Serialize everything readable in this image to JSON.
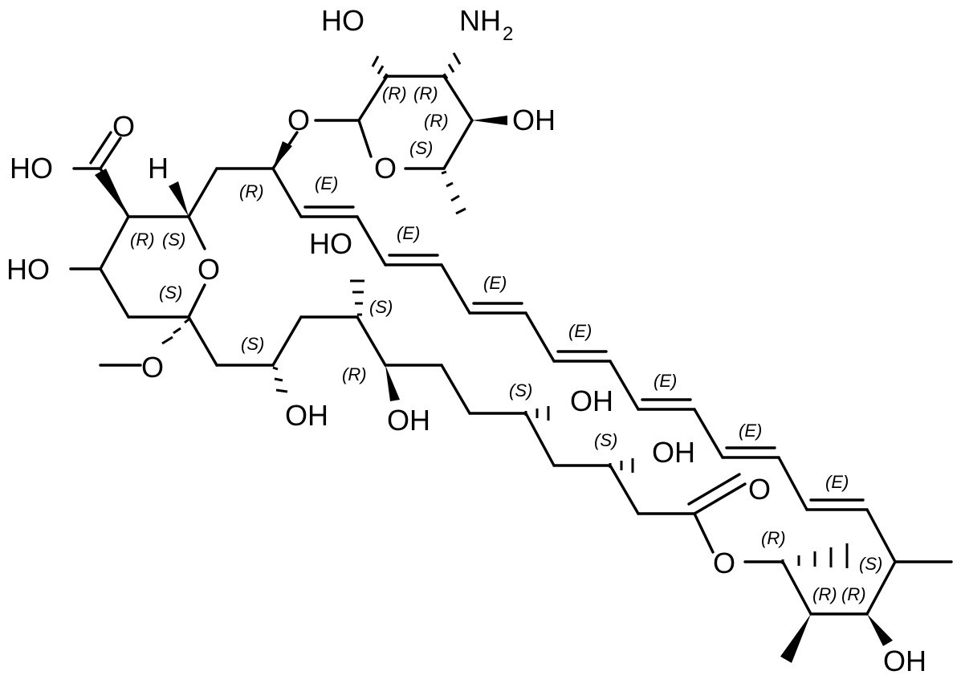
{
  "atom_labels": {
    "sugar_oh_top": "HO",
    "nh2_n": "NH",
    "nh2_sub": "2",
    "glycosidic_o": "O",
    "sugar_oh_right": "OH",
    "sugar_ring_o": "O",
    "carboxyl_o": "O",
    "carboxyl_ho": "HO",
    "h_label": "H",
    "ho_left": "HO",
    "pyran_o": "O",
    "methoxy_o": "O",
    "ho_center": "HO",
    "oh_1": "OH",
    "oh_2": "OH",
    "oh_3": "OH",
    "oh_4": "OH",
    "ketone_o": "O",
    "ester_o": "O",
    "oh_bottom_right": "OH"
  },
  "stereo_labels": {
    "r_sugar_a": "(R)",
    "r_sugar_b": "(R)",
    "r_sugar_c": "(R)",
    "s_sugar": "(S)",
    "r_c1": "(R)",
    "e_1": "(E)",
    "e_2": "(E)",
    "e_3": "(E)",
    "e_4": "(E)",
    "e_5": "(E)",
    "e_6": "(E)",
    "e_7": "(E)",
    "r_ring_1": "(R)",
    "s_ring_1": "(S)",
    "s_ring_2": "(S)",
    "s_c5": "(S)",
    "s_c6": "(S)",
    "r_c7": "(R)",
    "s_c8": "(S)",
    "s_c9": "(S)",
    "r_c10": "(R)",
    "s_c11": "(S)",
    "r_c12": "(R)",
    "r_c13": "(R)"
  }
}
